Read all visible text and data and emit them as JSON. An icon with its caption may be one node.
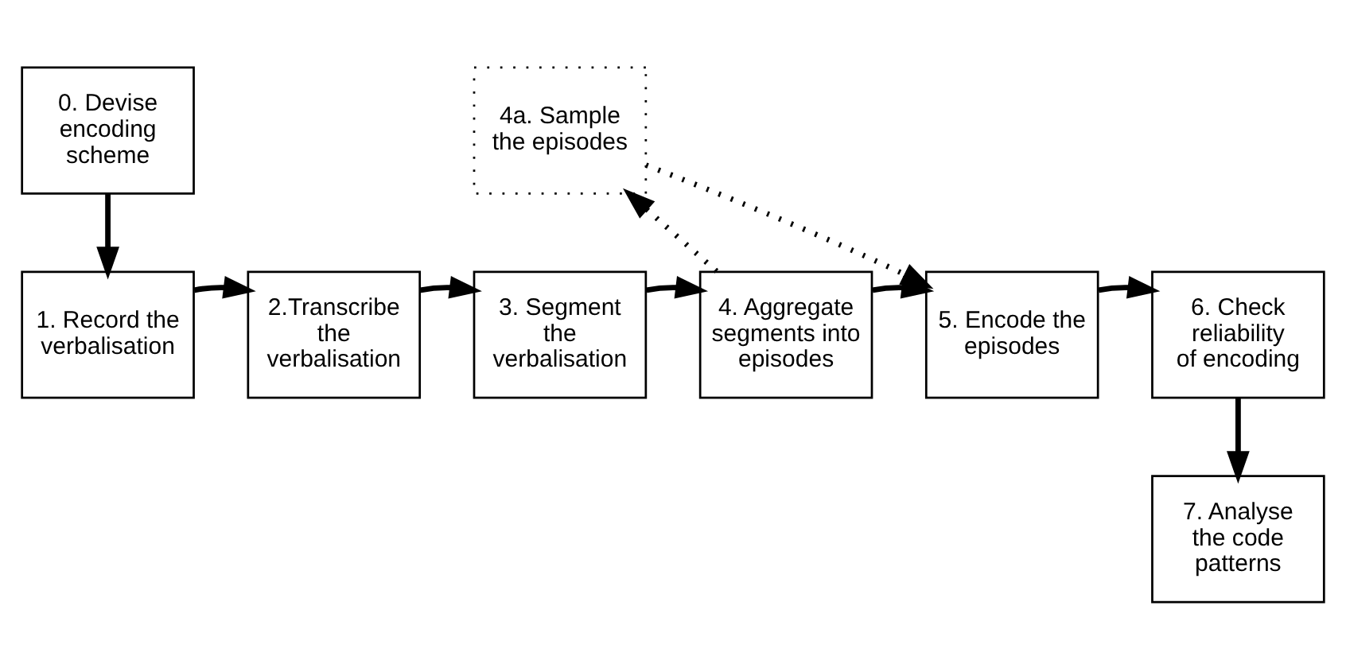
{
  "diagram": {
    "nodes": [
      {
        "text": [
          "0. Devise encoding scheme"
        ]
      },
      {
        "text": [
          "1. Record the verbalisation"
        ]
      },
      {
        "text": [
          "2.Transcribe the verbalisation"
        ]
      },
      {
        "text": [
          "3. Segment the verbalisation"
        ]
      },
      {
        "text": [
          "4. Aggregate segments into episodes"
        ]
      },
      {
        "text": [
          "4a. Sample the episodes"
        ]
      },
      {
        "text": [
          "5. Encode the episodes"
        ]
      },
      {
        "text": [
          "6. Check reliability of encoding"
        ]
      },
      {
        "text": [
          "7. Analyse the code patterns"
        ]
      }
    ],
    "edges": [
      {
        "from": 0,
        "to": 1,
        "arrow": "to"
      },
      {
        "from": 1,
        "to": 2,
        "arrow": "to"
      },
      {
        "from": 2,
        "to": 3,
        "arrow": "to"
      },
      {
        "from": 3,
        "to": 4,
        "arrow": "to"
      },
      {
        "from": 4,
        "to": 5,
        "arrow": "to",
        "style": "dashed"
      },
      {
        "from": 5,
        "to": 6,
        "arrow": "to",
        "style": "dashed"
      },
      {
        "from": 4,
        "to": 6,
        "arrow": "to"
      },
      {
        "from": 6,
        "to": 7,
        "arrow": "to"
      },
      {
        "from": 7,
        "to": 8,
        "arrow": "to"
      }
    ]
  }
}
